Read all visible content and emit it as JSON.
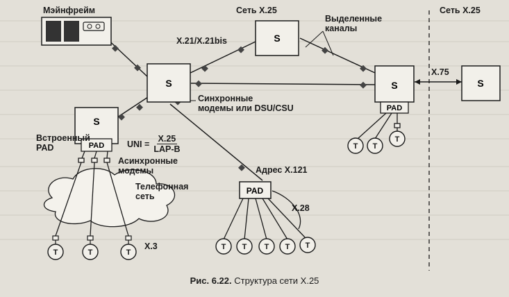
{
  "labels": {
    "mainframe": "Мэйнфрейм",
    "net1": "Сеть X.25",
    "net2": "Сеть X.25",
    "dedicated": "Выделенные\nканалы",
    "x21": "X.21/X.21bis",
    "x75": "X.75",
    "sync": "Синхронные\nмодемы или DSU/CSU",
    "embedded": "Встроенный\nPAD",
    "async": "Асинхронные\nмодемы",
    "phone": "Телефонная\nсеть",
    "addr": "Адрес X.121",
    "x28": "X.28",
    "x3": "X.3"
  },
  "uni": {
    "left": "UNI =",
    "top": "X.25",
    "bottom": "LAP-B"
  },
  "nodes": {
    "switch": "S",
    "pad": "PAD",
    "terminal": "T"
  },
  "caption": {
    "num": "Рис. 6.22.",
    "text": "Структура сети X.25"
  }
}
